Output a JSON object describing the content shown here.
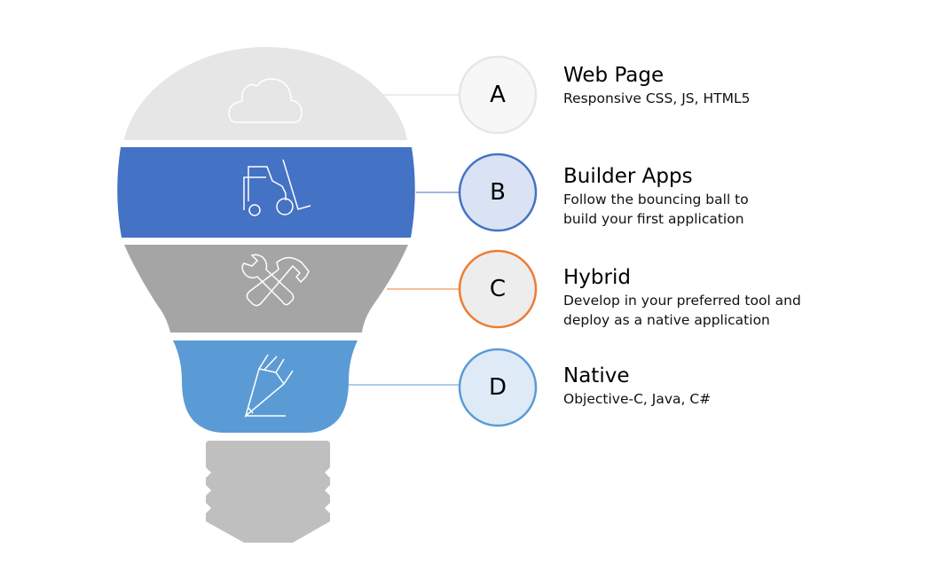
{
  "colors": {
    "web": "#e7e6e6",
    "builder": "#4472c4",
    "hybrid": "#a5a5a5",
    "native": "#5b9bd5",
    "base": "#bfbfbf",
    "hybrid_accent": "#ed7d31"
  },
  "items": [
    {
      "letter": "A",
      "title": "Web Page",
      "lines": [
        "Responsive CSS, JS, HTML5"
      ],
      "icon": "cloud-icon"
    },
    {
      "letter": "B",
      "title": "Builder Apps",
      "lines": [
        "Follow the bouncing ball to",
        "build your first application"
      ],
      "icon": "forklift-icon"
    },
    {
      "letter": "C",
      "title": "Hybrid",
      "lines": [
        "Develop in your preferred tool and",
        "deploy as a native application"
      ],
      "icon": "tools-icon"
    },
    {
      "letter": "D",
      "title": "Native",
      "lines": [
        "Objective-C, Java, C#"
      ],
      "icon": "pencil-icon"
    }
  ]
}
